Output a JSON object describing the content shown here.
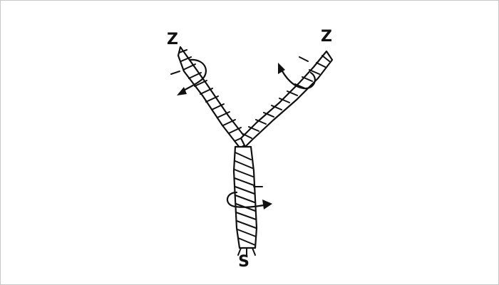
{
  "labels": {
    "left_strand": "Z",
    "right_strand": "Z",
    "combined_strand": "S"
  },
  "icons": {
    "left_rotation": "counter-clockwise-arrow-icon",
    "right_rotation": "counter-clockwise-arrow-icon",
    "combined_rotation": "clockwise-arrow-icon"
  },
  "colors": {
    "stroke": "#111111",
    "fill": "#ffffff",
    "border": "#c8c8c8"
  }
}
